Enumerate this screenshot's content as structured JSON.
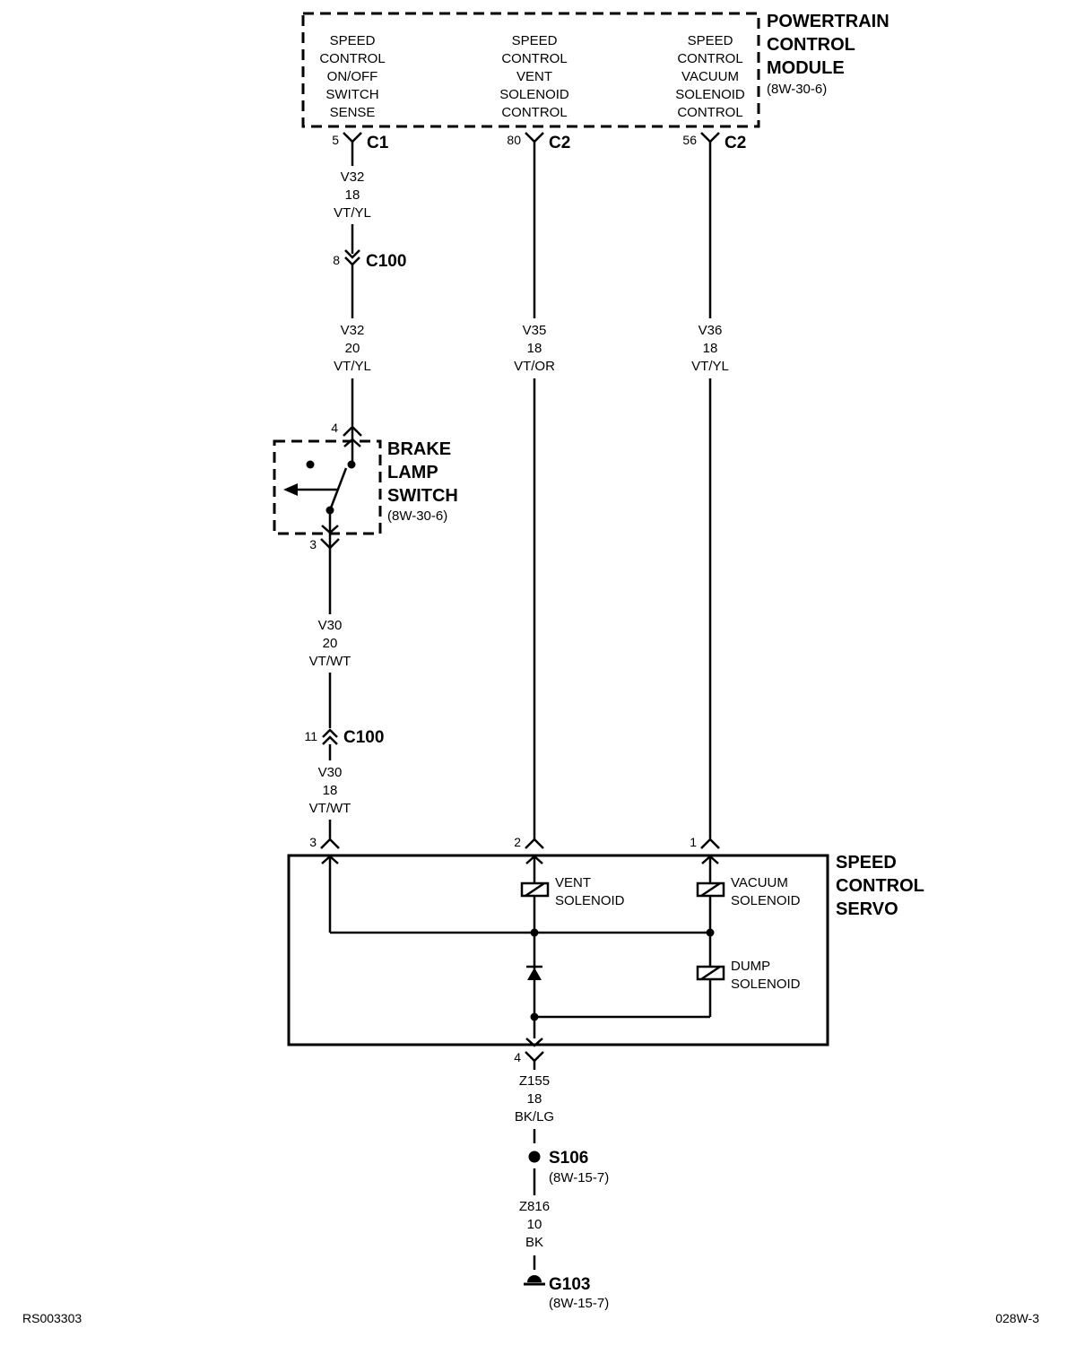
{
  "pcm": {
    "name_lines": [
      "POWERTRAIN",
      "CONTROL",
      "MODULE"
    ],
    "ref": "(8W-30-6)",
    "pins": [
      {
        "lines": [
          "SPEED",
          "CONTROL",
          "ON/OFF",
          "SWITCH",
          "SENSE"
        ],
        "cavity": "5",
        "connector": "C1"
      },
      {
        "lines": [
          "SPEED",
          "CONTROL",
          "VENT",
          "SOLENOID",
          "CONTROL"
        ],
        "cavity": "80",
        "connector": "C2"
      },
      {
        "lines": [
          "SPEED",
          "CONTROL",
          "VACUUM",
          "SOLENOID",
          "CONTROL"
        ],
        "cavity": "56",
        "connector": "C2"
      }
    ]
  },
  "wires": {
    "v32_upper": [
      "V32",
      "18",
      "VT/YL"
    ],
    "v32_lower": [
      "V32",
      "20",
      "VT/YL"
    ],
    "v35": [
      "V35",
      "18",
      "VT/OR"
    ],
    "v36": [
      "V36",
      "18",
      "VT/YL"
    ],
    "v30_upper": [
      "V30",
      "20",
      "VT/WT"
    ],
    "v30_lower": [
      "V30",
      "18",
      "VT/WT"
    ],
    "z155": [
      "Z155",
      "18",
      "BK/LG"
    ],
    "z816": [
      "Z816",
      "10",
      "BK"
    ]
  },
  "inline_connectors": [
    {
      "cavity": "8",
      "name": "C100"
    },
    {
      "cavity": "11",
      "name": "C100"
    }
  ],
  "brake_switch": {
    "name_lines": [
      "BRAKE",
      "LAMP",
      "SWITCH"
    ],
    "ref": "(8W-30-6)",
    "pin_top": "4",
    "pin_bottom": "3"
  },
  "servo": {
    "name_lines": [
      "SPEED",
      "CONTROL",
      "SERVO"
    ],
    "pins": [
      "3",
      "2",
      "1",
      "4"
    ],
    "vent_solenoid": [
      "VENT",
      "SOLENOID"
    ],
    "vacuum_solenoid": [
      "VACUUM",
      "SOLENOID"
    ],
    "dump_solenoid": [
      "DUMP",
      "SOLENOID"
    ]
  },
  "splice": {
    "name": "S106",
    "ref": "(8W-15-7)"
  },
  "ground": {
    "name": "G103",
    "ref": "(8W-15-7)"
  },
  "footer": {
    "left": "RS003303",
    "right": "028W-3"
  }
}
